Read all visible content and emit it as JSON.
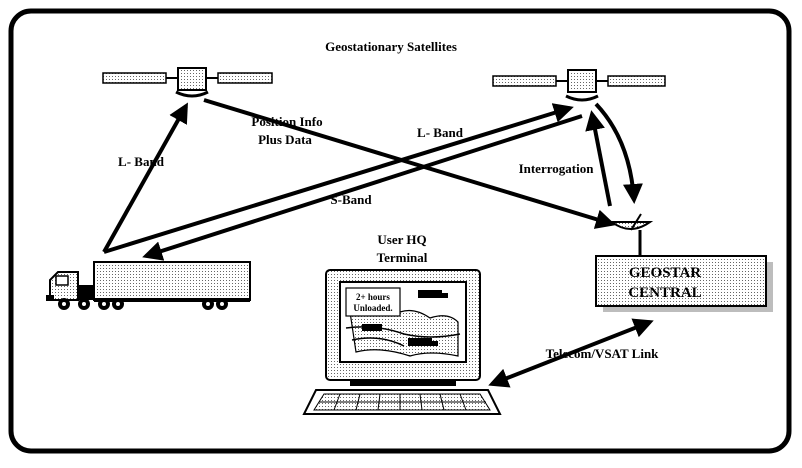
{
  "diagram": {
    "title": "Geostationary Satellites",
    "labels": {
      "position_info_line1": "Position Info",
      "position_info_line2": "Plus Data",
      "l_band_left": "L- Band",
      "l_band_right": "L- Band",
      "s_band": "S-Band",
      "interrogation": "Interrogation",
      "user_hq_line1": "User HQ",
      "user_hq_line2": "Terminal",
      "geostar_line1": "GEOSTAR",
      "geostar_line2": "CENTRAL",
      "telecom_link": "Telecom/VSAT Link",
      "screen_note_line1": "2+ hours",
      "screen_note_line2": "Unloaded."
    },
    "colors": {
      "ink": "#000000",
      "background": "#ffffff",
      "shade": "#e6e6e6",
      "dark_shade": "#bdbdbd"
    }
  }
}
